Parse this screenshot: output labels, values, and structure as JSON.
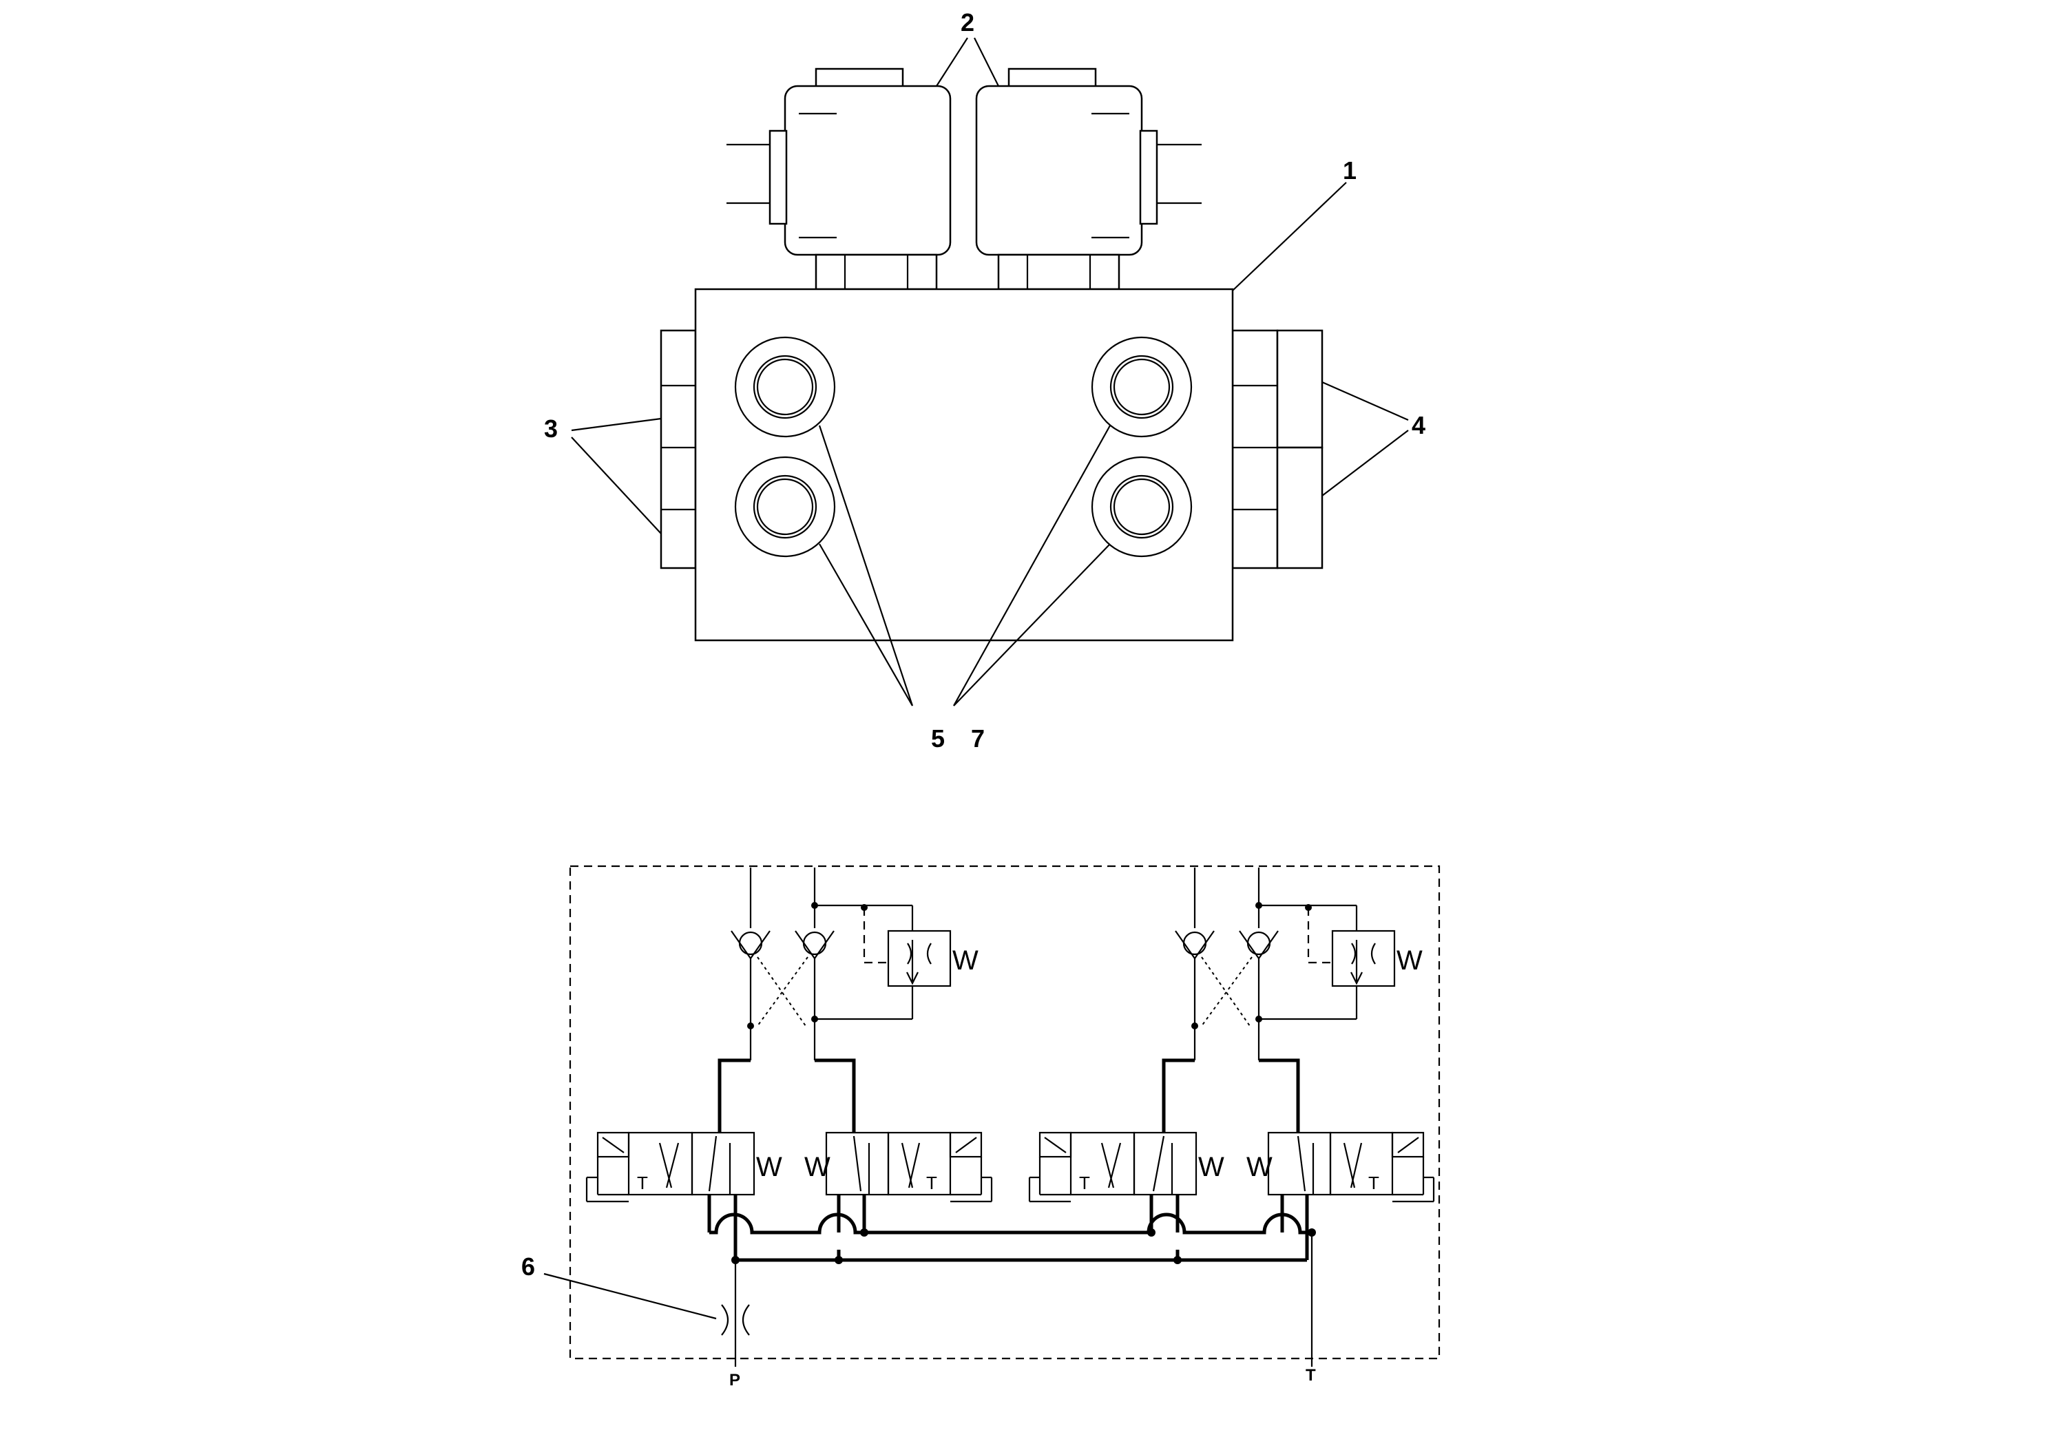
{
  "callouts": {
    "c1": "1",
    "c2": "2",
    "c3": "3",
    "c4": "4",
    "c5": "5",
    "c6": "6",
    "c7": "7"
  },
  "ports": {
    "pressure": "P",
    "tank": "T"
  },
  "symbols": {
    "spring": "W",
    "tank_marker": "T"
  }
}
